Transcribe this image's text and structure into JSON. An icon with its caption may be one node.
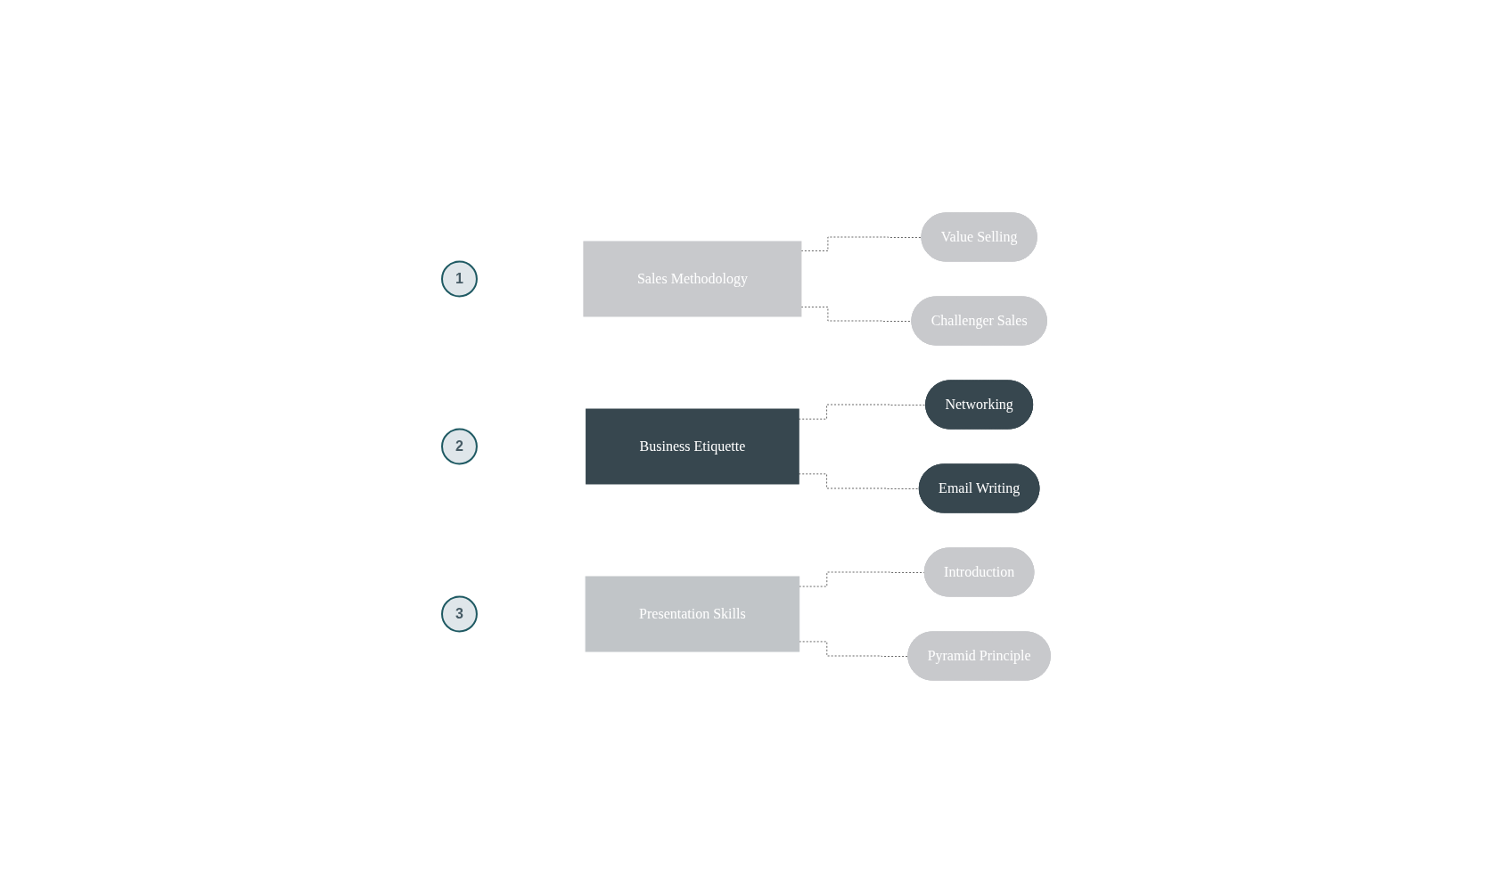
{
  "diagram": {
    "nodes": [
      {
        "text": [
          "1"
        ]
      },
      {
        "text": [
          "Sales Methodology"
        ]
      },
      {
        "text": [
          "Value Selling"
        ]
      },
      {
        "text": [
          "Challenger Sales"
        ]
      },
      {
        "text": [
          "2"
        ]
      },
      {
        "text": [
          "Business Etiquette"
        ]
      },
      {
        "text": [
          "Networking"
        ]
      },
      {
        "text": [
          "Email Writing"
        ]
      },
      {
        "text": [
          "3"
        ]
      },
      {
        "text": [
          "Presentation Skills"
        ]
      },
      {
        "text": [
          "Introduction"
        ]
      },
      {
        "text": [
          "Pyramid Principle"
        ]
      }
    ],
    "edges": [
      {
        "from": 1,
        "to": 2,
        "arrow": "none",
        "style": "dashed"
      },
      {
        "from": 1,
        "to": 3,
        "arrow": "none",
        "style": "dashed"
      },
      {
        "from": 5,
        "to": 6,
        "arrow": "none",
        "style": "dashed"
      },
      {
        "from": 5,
        "to": 7,
        "arrow": "none",
        "style": "dashed"
      },
      {
        "from": 9,
        "to": 10,
        "arrow": "none",
        "style": "dashed"
      },
      {
        "from": 9,
        "to": 11,
        "arrow": "none",
        "style": "dashed"
      }
    ]
  }
}
